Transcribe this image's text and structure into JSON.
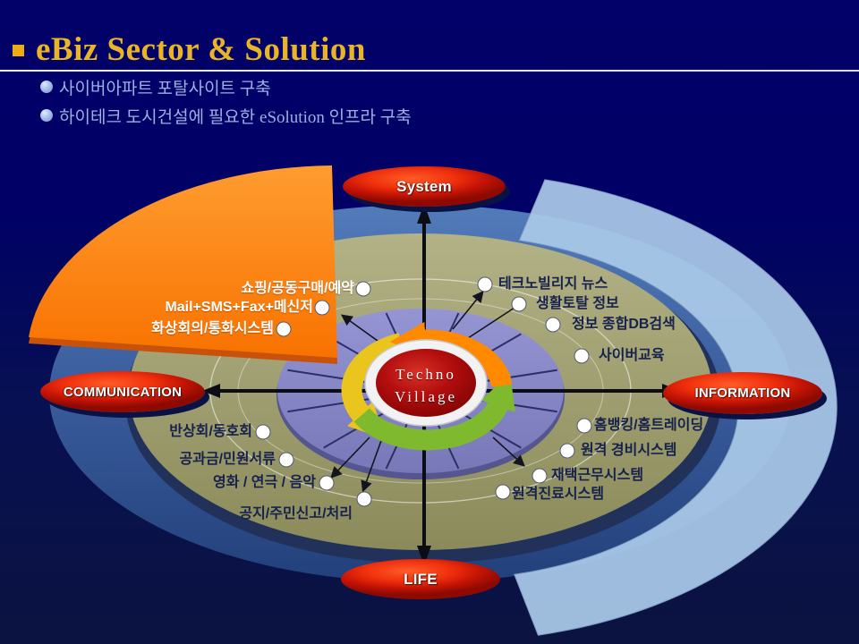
{
  "slide": {
    "title": "eBiz Sector & Solution",
    "bullets": [
      "사이버아파트 포탈사이트 구축",
      "하이테크 도시건설에 필요한 eSolution 인프라 구축"
    ]
  },
  "diagram": {
    "center": {
      "line1": "Techno",
      "line2": "Village"
    },
    "badges": {
      "top": "System",
      "left": "COMMUNICATION",
      "right": "INFORMATION",
      "bottom": "LIFE"
    },
    "labels": {
      "top_left": [
        "쇼핑/공동구매/예약",
        "Mail+SMS+Fax+메신저",
        "화상회의/통화시스템"
      ],
      "top_right": [
        "테크노빌리지 뉴스",
        "생활토탈 정보",
        "정보 종합DB검색",
        "사이버교육"
      ],
      "bottom_left": [
        "반상회/동호회",
        "공과금/민원서류",
        "영화 / 연극 / 음악",
        "공지/주민신고/처리"
      ],
      "bottom_right": [
        "홈뱅킹/홈트레이딩",
        "원격 경비시스템",
        "재택근무시스템",
        "원격진료시스템"
      ]
    }
  },
  "colors": {
    "background_top": "#000066",
    "background_bottom": "#0b1340",
    "title_gold": "#e9b428",
    "badge_red": "#e02a0c",
    "wedge_orange": "#fb7c00",
    "ring_olive": "#9c9c6c",
    "inner_purple": "#8585c6",
    "crescent_blue": "#aac9e8",
    "outer_blue": "#3a5c9c",
    "cycle_orange": "#ff8a00",
    "cycle_yellow": "#e9c51e",
    "cycle_green": "#7fba2e"
  }
}
